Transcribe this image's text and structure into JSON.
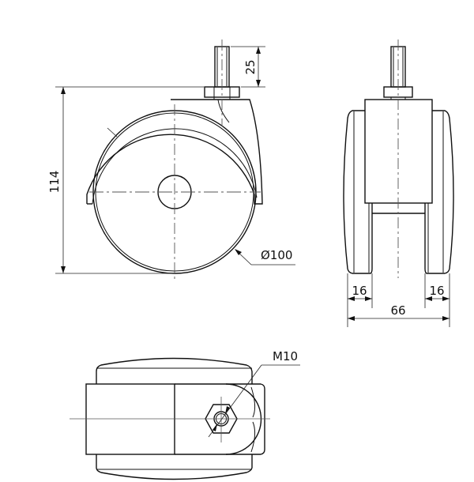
{
  "drawing": {
    "title": "Swivel castor technical drawing",
    "views": [
      "side-view",
      "front-view",
      "top-view"
    ],
    "units": "mm"
  },
  "dimensions": {
    "stem_length": "25",
    "overall_height": "114",
    "wheel_diameter": "Ø100",
    "wheel_width_left": "16",
    "wheel_width_right": "16",
    "overall_width": "66",
    "thread": "M10"
  },
  "colors": {
    "line": "#111111",
    "centerline": "#555555",
    "background": "#ffffff"
  }
}
